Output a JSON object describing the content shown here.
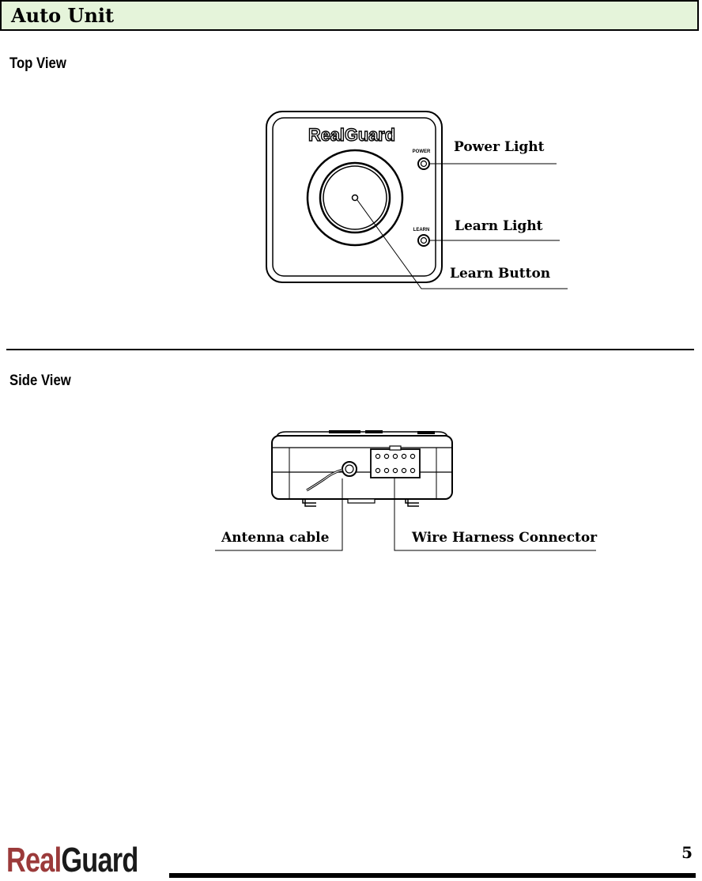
{
  "header": {
    "title": "Auto Unit"
  },
  "top_view": {
    "heading": "Top View",
    "device_logo": "RealGuard",
    "power_label": "POWER",
    "learn_label": "LEARN",
    "callouts": {
      "power_light": "Power Light",
      "learn_light": "Learn Light",
      "learn_button": "Learn Button"
    }
  },
  "side_view": {
    "heading": "Side View",
    "callouts": {
      "antenna_cable": "Antenna cable",
      "wire_harness": "Wire Harness Connector"
    }
  },
  "footer": {
    "brand_part1": "Real",
    "brand_part2": "Guard",
    "page_number": "5"
  }
}
